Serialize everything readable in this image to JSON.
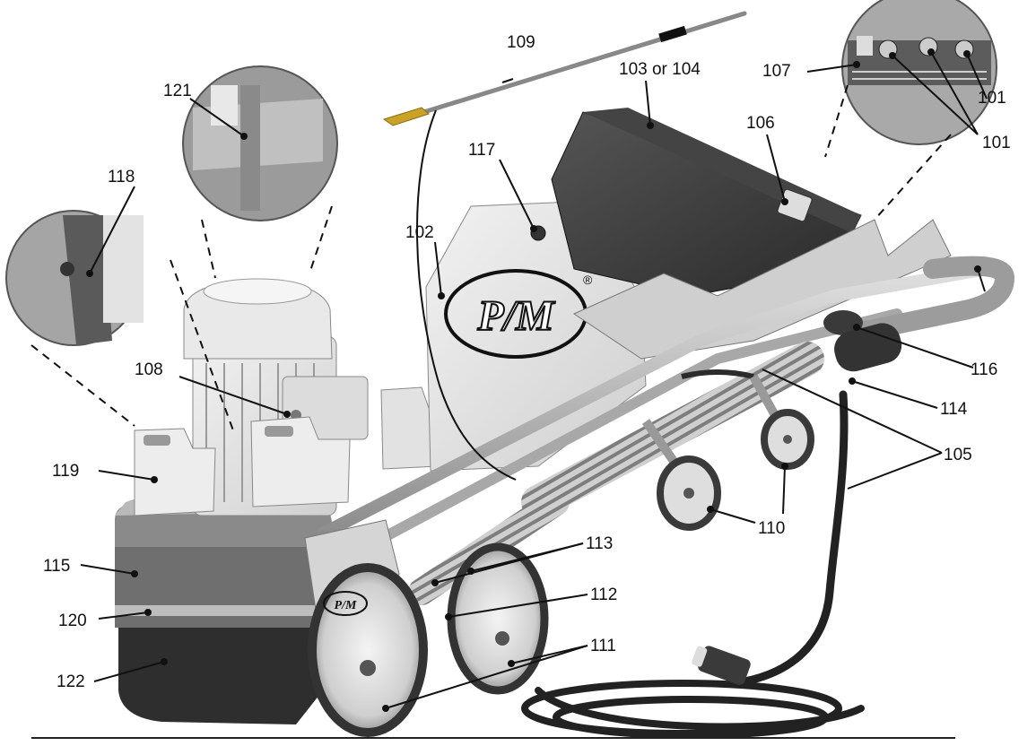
{
  "brand": {
    "logo_text": "P/M",
    "registered_mark": "®"
  },
  "callouts": {
    "c101": "101",
    "c102": "102",
    "c103": "103 or 104",
    "c105": "105",
    "c106": "106",
    "c107": "107",
    "c108": "108",
    "c109": "109",
    "c110": "110",
    "c111": "111",
    "c112": "112",
    "c113": "113",
    "c114": "114",
    "c115": "115",
    "c116": "116",
    "c117": "117",
    "c118": "118",
    "c119": "119",
    "c120": "120",
    "c121": "121",
    "c122": "122"
  },
  "colors": {
    "ink": "#111111",
    "machine_light": "#e4e4e4",
    "machine_dark": "#2c2c2c",
    "accent_brass": "#c9a227"
  }
}
